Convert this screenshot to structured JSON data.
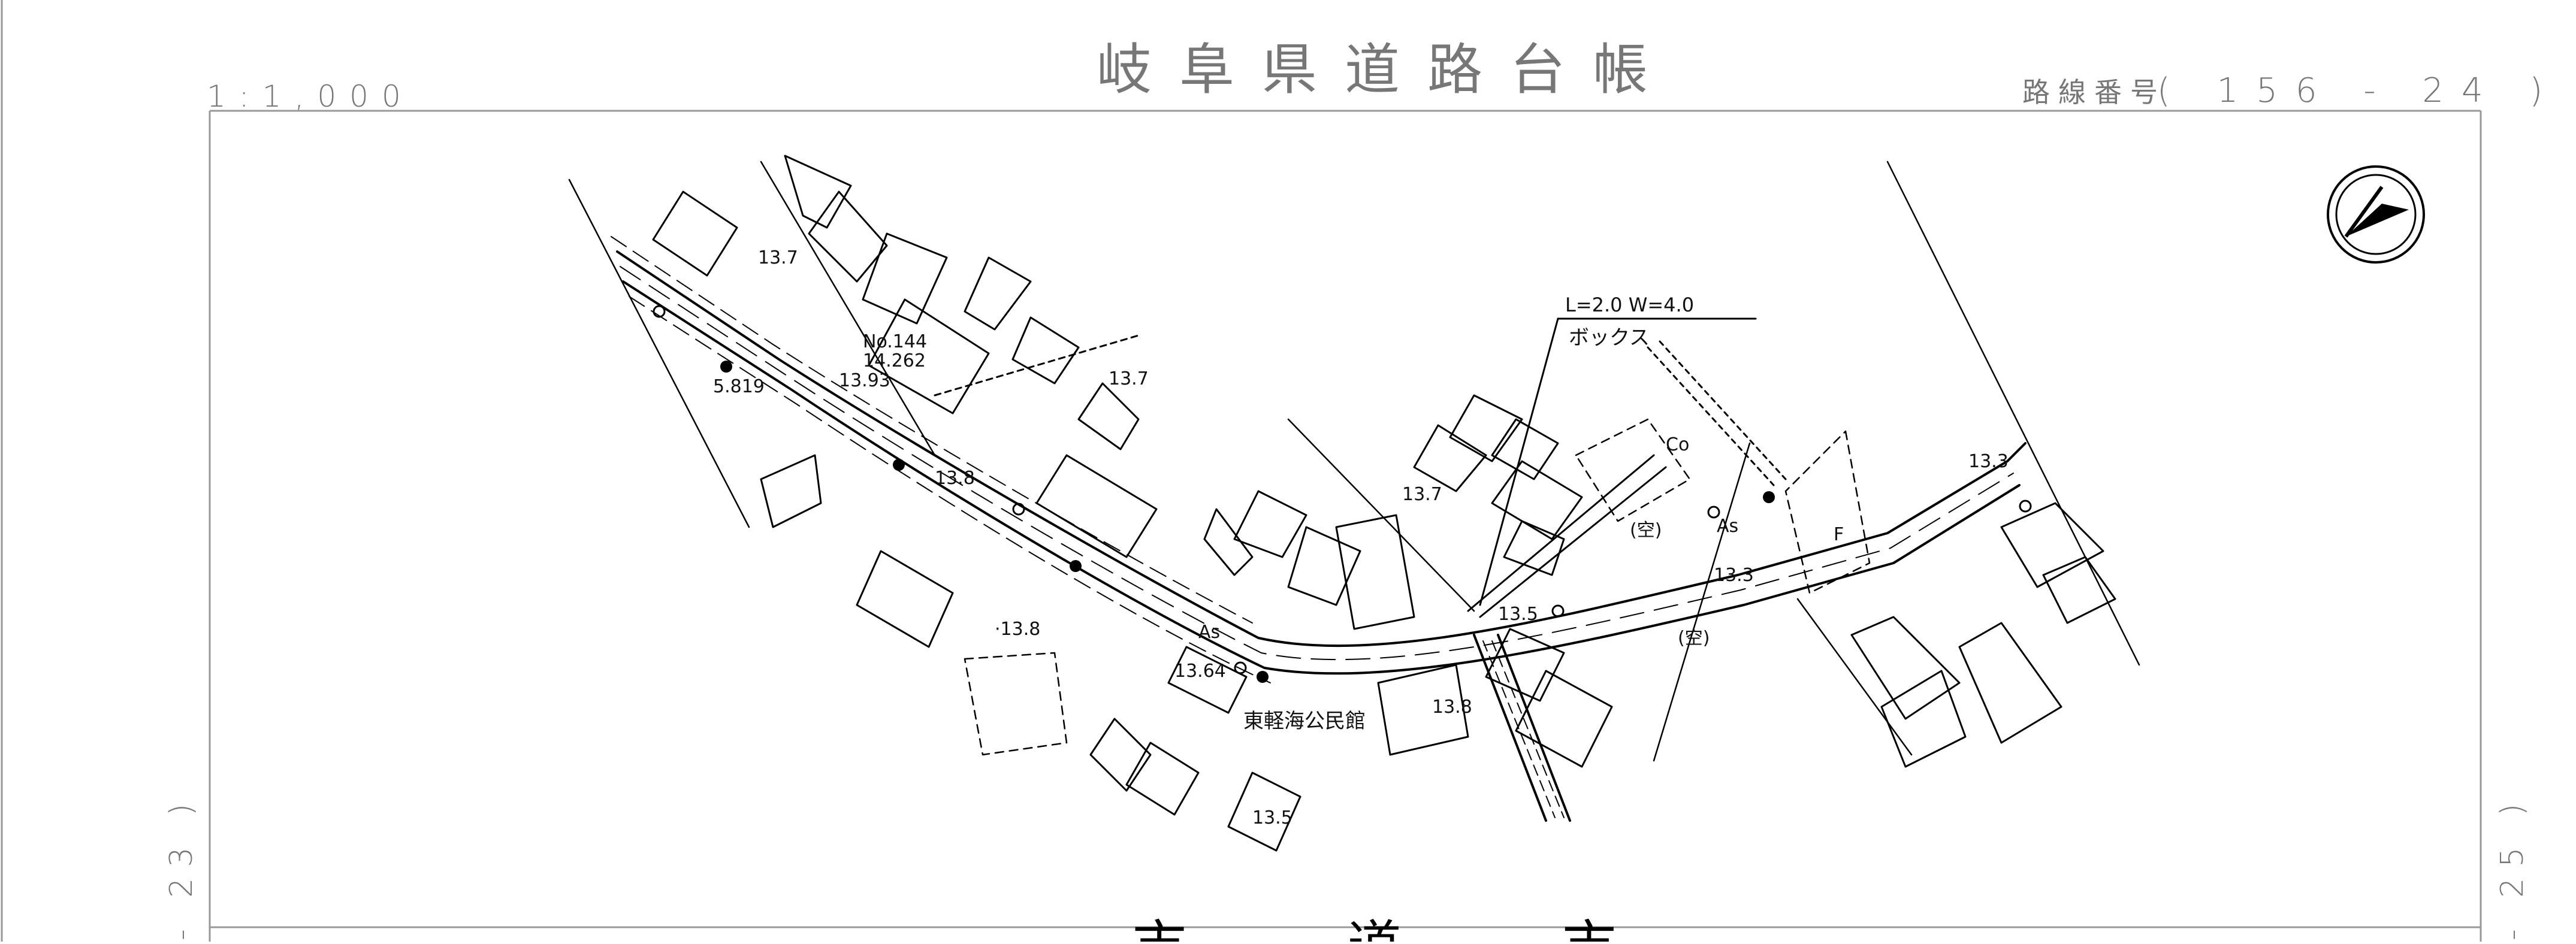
{
  "header": {
    "scale": "1:1,000",
    "title": "岐阜県道路台帳",
    "route_label": "路線番号",
    "route_number": "( 156 - 24 )"
  },
  "margins": {
    "left_sheet": "- 23 )",
    "right_sheet": "- 25 )",
    "bottom_cut_text": "市 道 市"
  },
  "map": {
    "labels": {
      "elev_137_a": "13.7",
      "station": "No.144",
      "dist": "14.262",
      "elev_1393": "13.93",
      "elev_5819": "5.819",
      "elev_137_b": "13.7",
      "elev_138_a": "13.8",
      "elev_138_b": "·13.8",
      "elev_1364": "13.64",
      "elev_135_a": "13.5",
      "elev_137_c": "13.7",
      "elev_138_c": "13.8",
      "elev_135_b": "13.5",
      "elev_133_a": "13.3",
      "elev_133_b": "13.3",
      "as_a": "As",
      "as_b": "As",
      "kara_a": "(空)",
      "kara_b": "(空)",
      "co": "Co",
      "f_mark": "F",
      "box_dims": "L=2.0 W=4.0",
      "box_name": "ボックス",
      "hall": "東軽海公民館"
    },
    "north_arrow": "north-arrow-icon"
  }
}
